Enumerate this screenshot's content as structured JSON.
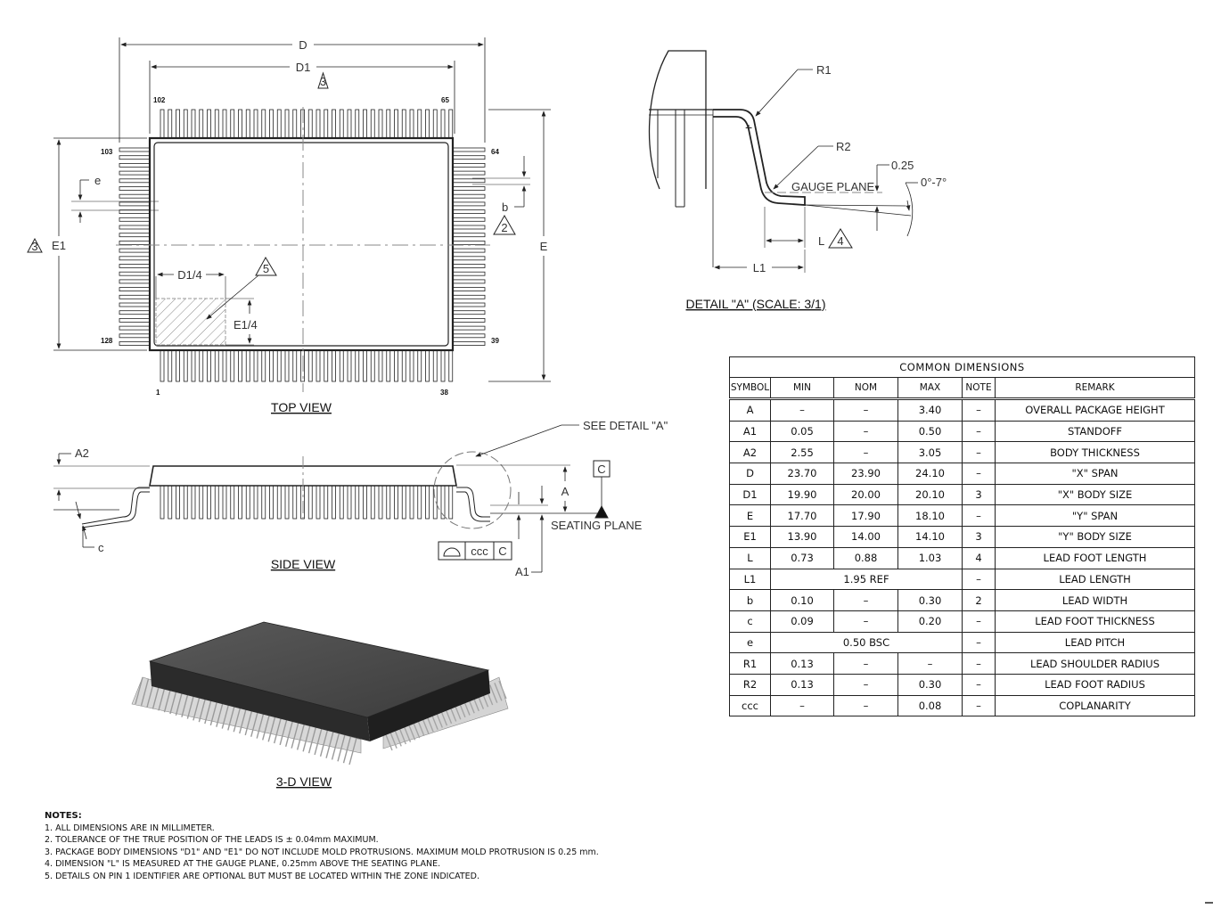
{
  "labels": {
    "D": "D",
    "D1": "D1",
    "E": "E",
    "E1": "E1",
    "D1_4": "D1/4",
    "E1_4": "E1/4",
    "e": "e",
    "b": "b",
    "note3a": "3",
    "note3b": "3",
    "note2": "2",
    "note5": "5",
    "note4": "4",
    "A": "A",
    "A1": "A1",
    "A2": "A2",
    "c": "c",
    "C_datum": "C",
    "ccc": "ccc",
    "ccc_C": "C",
    "seating_plane": "SEATING PLANE",
    "see_detail": "SEE DETAIL \"A\"",
    "R1": "R1",
    "R2": "R2",
    "d025": "0.25",
    "angle": "0°-7°",
    "gauge_plane": "GAUGE PLANE",
    "L": "L",
    "L1": "L1"
  },
  "pins": {
    "p102": "102",
    "p65": "65",
    "p103": "103",
    "p64": "64",
    "p128": "128",
    "p39": "39",
    "p1": "1",
    "p38": "38"
  },
  "views": {
    "top": "TOP VIEW",
    "side": "SIDE VIEW",
    "three_d": "3-D VIEW",
    "detail": "DETAIL \"A\" (SCALE: 3/1)"
  },
  "table": {
    "caption": "COMMON DIMENSIONS",
    "headers": [
      "SYMBOL",
      "MIN",
      "NOM",
      "MAX",
      "NOTE",
      "REMARK"
    ],
    "rows": [
      [
        "A",
        "–",
        "–",
        "3.40",
        "–",
        "OVERALL PACKAGE HEIGHT"
      ],
      [
        "A1",
        "0.05",
        "–",
        "0.50",
        "–",
        "STANDOFF"
      ],
      [
        "A2",
        "2.55",
        "–",
        "3.05",
        "–",
        "BODY THICKNESS"
      ],
      [
        "D",
        "23.70",
        "23.90",
        "24.10",
        "–",
        "\"X\" SPAN"
      ],
      [
        "D1",
        "19.90",
        "20.00",
        "20.10",
        "3",
        "\"X\" BODY SIZE"
      ],
      [
        "E",
        "17.70",
        "17.90",
        "18.10",
        "–",
        "\"Y\" SPAN"
      ],
      [
        "E1",
        "13.90",
        "14.00",
        "14.10",
        "3",
        "\"Y\" BODY SIZE"
      ],
      [
        "L",
        "0.73",
        "0.88",
        "1.03",
        "4",
        "LEAD FOOT LENGTH"
      ],
      [
        "L1",
        "1.95 REF",
        "–",
        "LEAD LENGTH"
      ],
      [
        "b",
        "0.10",
        "–",
        "0.30",
        "2",
        "LEAD WIDTH"
      ],
      [
        "c",
        "0.09",
        "–",
        "0.20",
        "–",
        "LEAD FOOT THICKNESS"
      ],
      [
        "e",
        "0.50 BSC",
        "–",
        "LEAD PITCH"
      ],
      [
        "R1",
        "0.13",
        "–",
        "–",
        "–",
        "LEAD SHOULDER RADIUS"
      ],
      [
        "R2",
        "0.13",
        "–",
        "0.30",
        "–",
        "LEAD FOOT RADIUS"
      ],
      [
        "ccc",
        "–",
        "–",
        "0.08",
        "–",
        "COPLANARITY"
      ]
    ]
  },
  "notes": {
    "title": "NOTES:",
    "items": [
      "1. ALL DIMENSIONS ARE IN MILLIMETER.",
      "2. TOLERANCE OF THE TRUE POSITION OF THE LEADS IS ± 0.04mm MAXIMUM.",
      "3. PACKAGE BODY DIMENSIONS \"D1\" AND \"E1\" DO NOT INCLUDE MOLD PROTRUSIONS. MAXIMUM MOLD PROTRUSION IS 0.25 mm.",
      "4. DIMENSION \"L\" IS MEASURED AT THE GAUGE PLANE, 0.25mm ABOVE THE SEATING PLANE.",
      "5. DETAILS ON PIN 1 IDENTIFIER ARE OPTIONAL BUT MUST BE LOCATED WITHIN THE ZONE INDICATED."
    ]
  }
}
